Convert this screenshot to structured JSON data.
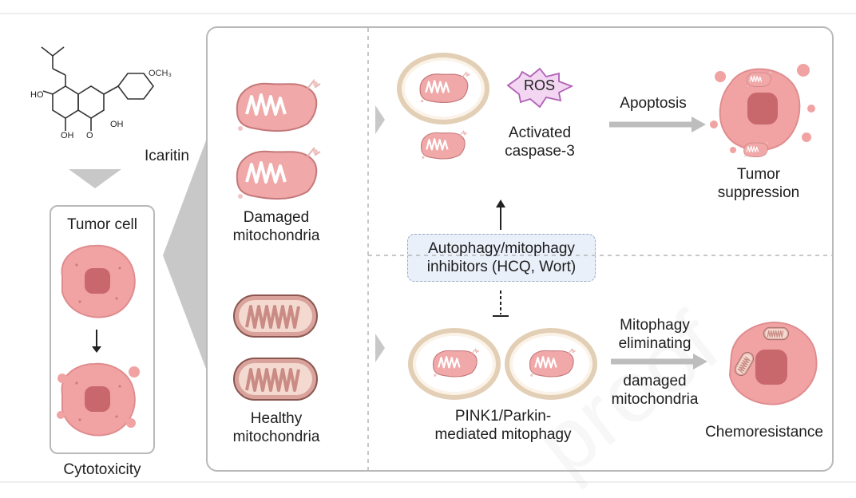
{
  "compound": {
    "name": "Icaritin",
    "substituent": "OCH₃",
    "oh_label": "OH",
    "ho_label": "HO",
    "o_label": "O"
  },
  "tumor_panel": {
    "title": "Tumor cell",
    "caption": "Cytotoxicity"
  },
  "mitochondria": {
    "damaged_label": "Damaged\nmitochondria",
    "healthy_label": "Healthy\nmitochondria"
  },
  "top_path": {
    "ros": "ROS",
    "caspase": "Activated\ncaspase-3",
    "arrow_label": "Apoptosis",
    "outcome": "Tumor\nsuppression"
  },
  "inhibitor": {
    "text": "Autophagy/mitophagy\ninhibitors (HCQ, Wort)"
  },
  "bottom_path": {
    "mitophagy": "PINK1/Parkin-\nmediated mitophagy",
    "arrow_label_top": "Mitophagy\neliminating",
    "arrow_label_bottom": "damaged\nmitochondria",
    "outcome": "Chemoresistance"
  },
  "colors": {
    "cell": "#f1a3a3",
    "nucleus": "#c9686c",
    "mito_damaged": "#f0a8a8",
    "mito_healthy": "#d9a39c",
    "ring": "#eeddc6",
    "arrow": "#bdbdbd"
  }
}
